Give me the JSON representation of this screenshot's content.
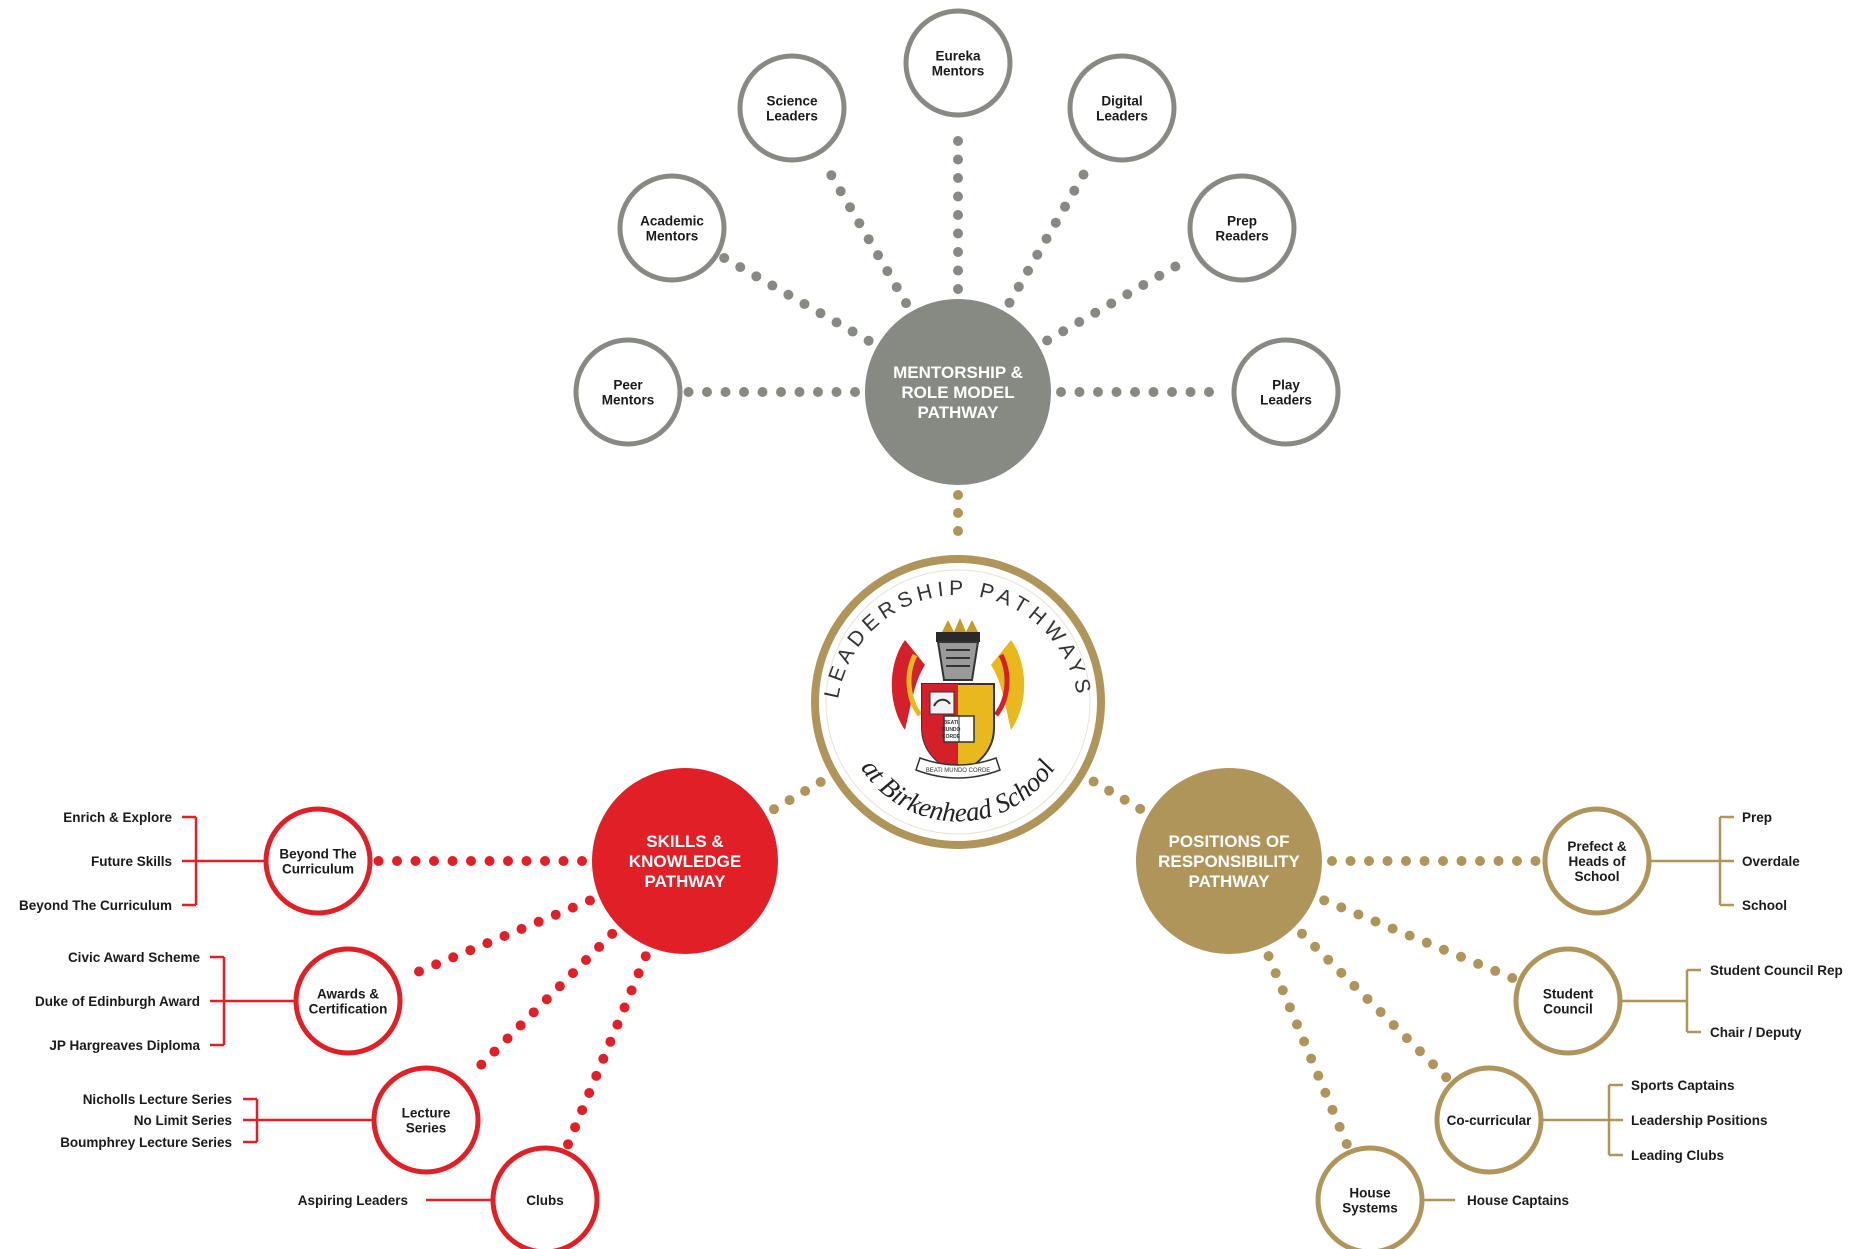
{
  "colors": {
    "grey": "#878a83",
    "red": "#e01f26",
    "gold": "#b0955a",
    "text": "#1a1a1a",
    "white": "#ffffff"
  },
  "center": {
    "ring_text": "LEADERSHIP PATHWAYS",
    "subtitle": "at Birkenhead School",
    "crest": "school-crest",
    "motto": "BEATI MUNDO CORDE",
    "book_text": [
      "BEATI",
      "MUNDO",
      "CORDE"
    ]
  },
  "mentorship": {
    "title": [
      "MENTORSHIP &",
      "ROLE MODEL",
      "PATHWAY"
    ],
    "nodes": [
      {
        "lines": [
          "Peer",
          "Mentors"
        ]
      },
      {
        "lines": [
          "Academic",
          "Mentors"
        ]
      },
      {
        "lines": [
          "Science",
          "Leaders"
        ]
      },
      {
        "lines": [
          "Eureka",
          "Mentors"
        ]
      },
      {
        "lines": [
          "Digital",
          "Leaders"
        ]
      },
      {
        "lines": [
          "Prep",
          "Readers"
        ]
      },
      {
        "lines": [
          "Play",
          "Leaders"
        ]
      }
    ]
  },
  "skills": {
    "title": [
      "SKILLS &",
      "KNOWLEDGE",
      "PATHWAY"
    ],
    "nodes": [
      {
        "lines": [
          "Beyond The",
          "Curriculum"
        ],
        "items": [
          "Enrich & Explore",
          "Future Skills",
          "Beyond The Curriculum"
        ]
      },
      {
        "lines": [
          "Awards &",
          "Certification"
        ],
        "items": [
          "Civic Award Scheme",
          "Duke of Edinburgh Award",
          "JP Hargreaves Diploma"
        ]
      },
      {
        "lines": [
          "Lecture",
          "Series"
        ],
        "items": [
          "Nicholls Lecture Series",
          "No Limit Series",
          "Boumphrey Lecture Series"
        ]
      },
      {
        "lines": [
          "Clubs"
        ],
        "items": [
          "Aspiring Leaders"
        ]
      }
    ]
  },
  "positions": {
    "title": [
      "POSITIONS OF",
      "RESPONSIBILITY",
      "PATHWAY"
    ],
    "nodes": [
      {
        "lines": [
          "Prefect &",
          "Heads of",
          "School"
        ],
        "items": [
          "Prep",
          "Overdale",
          "School"
        ]
      },
      {
        "lines": [
          "Student",
          "Council"
        ],
        "items": [
          "Student Council Rep",
          "Chair / Deputy"
        ]
      },
      {
        "lines": [
          "Co-curricular"
        ],
        "items": [
          "Sports Captains",
          "Leadership Positions",
          "Leading Clubs"
        ]
      },
      {
        "lines": [
          "House",
          "Systems"
        ],
        "items": [
          "House Captains"
        ]
      }
    ]
  }
}
